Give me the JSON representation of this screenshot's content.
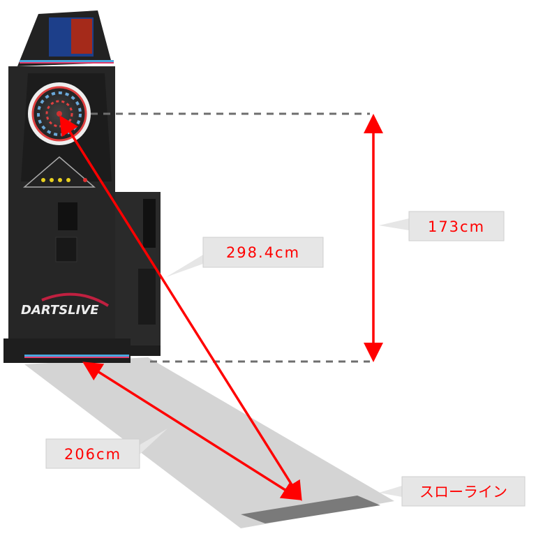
{
  "labels": {
    "height": "173cm",
    "diagonal": "298.4cm",
    "floor": "206cm",
    "throw_line": "スローライン"
  },
  "machine": {
    "brand_logo": "DARTSLIVE"
  },
  "colors": {
    "measure_line": "#ff0000",
    "label_text": "#ff0000",
    "callout_bg": "#e6e6e6",
    "floor_area": "#d4d4d4",
    "throw_line": "#7a7a7a",
    "guide_dash": "#6e6e6e"
  }
}
